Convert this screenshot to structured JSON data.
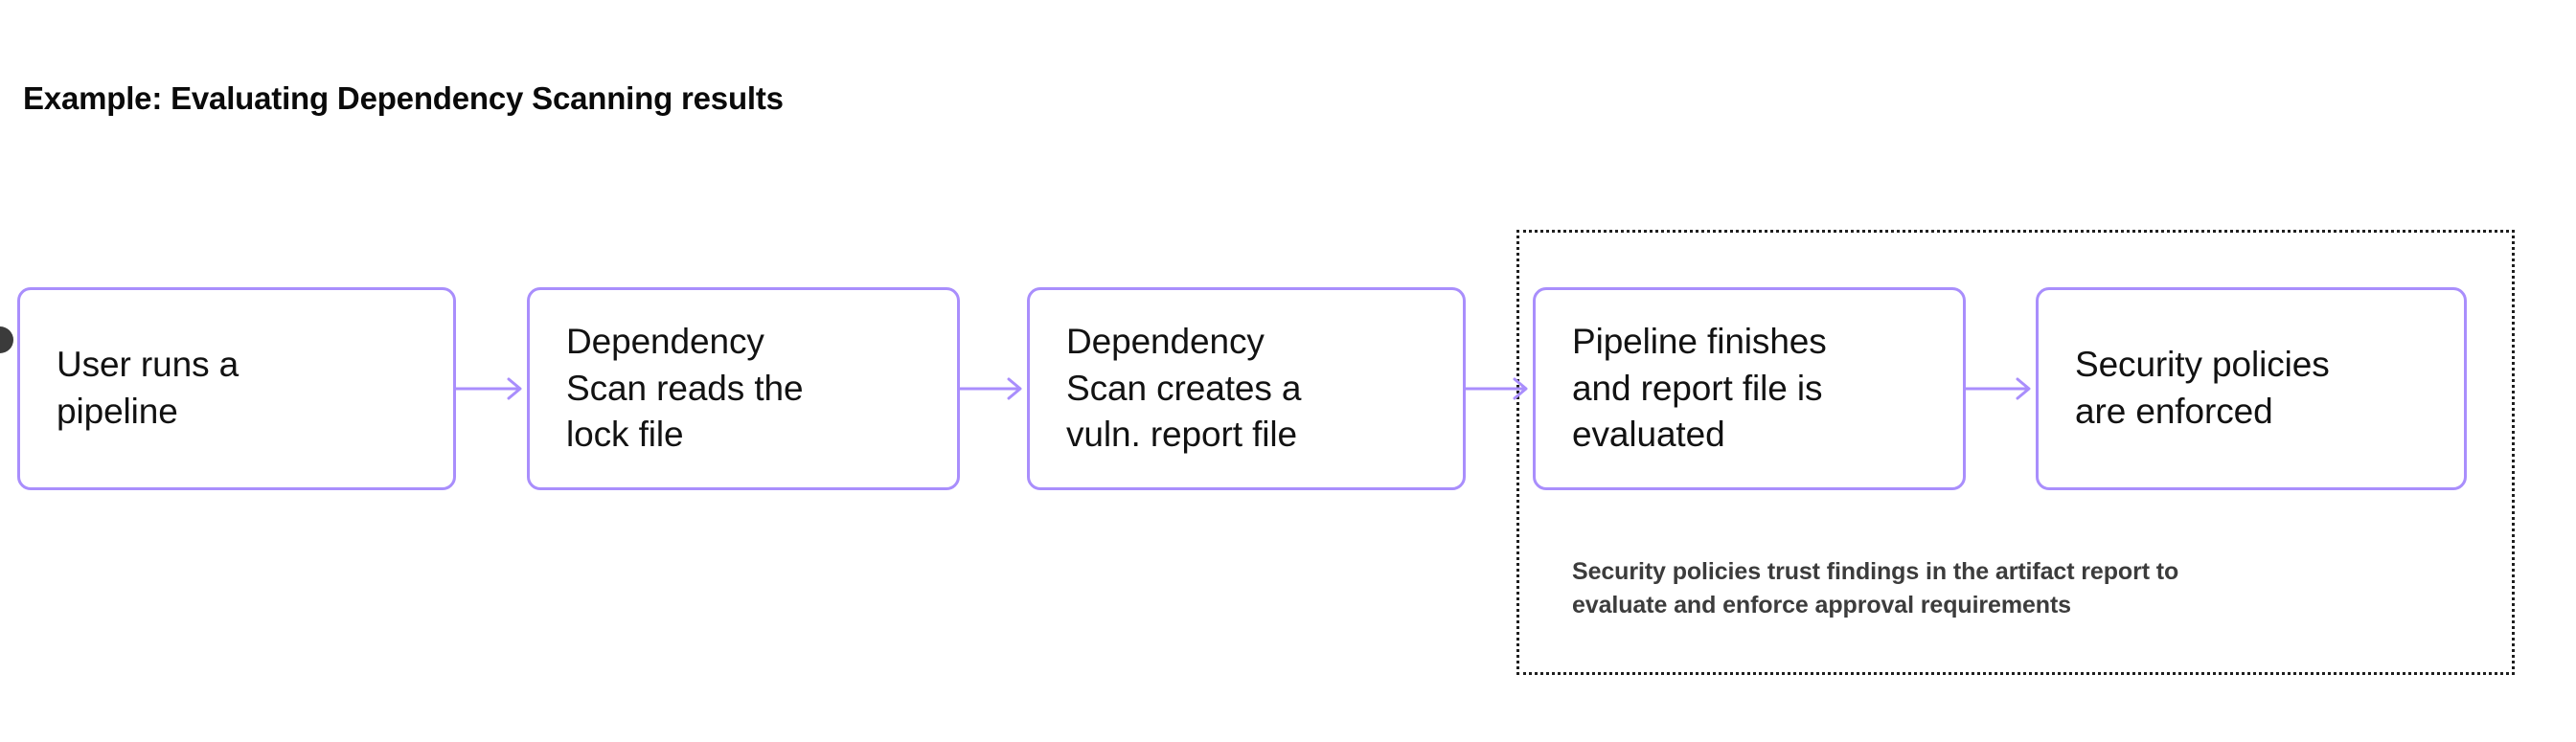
{
  "title": "Example: Evaluating Dependency Scanning results",
  "colors": {
    "node_border": "#a98efc",
    "connector": "#a98efc",
    "group_border": "#1f1f1f",
    "title_text": "#0a0a0a",
    "node_text": "#121212",
    "caption_text": "#3c3c3c",
    "origin_dot": "#3b3b3b",
    "background": "#ffffff"
  },
  "diagram": {
    "type": "flowchart",
    "direction": "left-to-right",
    "nodes": [
      {
        "id": "node-1",
        "label": "User runs a\npipeline"
      },
      {
        "id": "node-2",
        "label": "Dependency\nScan reads the\nlock file"
      },
      {
        "id": "node-3",
        "label": "Dependency\nScan creates a\nvuln. report file"
      },
      {
        "id": "node-4",
        "label": "Pipeline finishes\nand report file is\nevaluated"
      },
      {
        "id": "node-5",
        "label": "Security policies\nare enforced"
      }
    ],
    "connectors": [
      {
        "id": "conn-1",
        "from": "node-1",
        "to": "node-2",
        "style": "arrow"
      },
      {
        "id": "conn-2",
        "from": "node-2",
        "to": "node-3",
        "style": "arrow"
      },
      {
        "id": "conn-3",
        "from": "node-3",
        "to": "node-4",
        "style": "arrow"
      },
      {
        "id": "conn-4",
        "from": "node-4",
        "to": "node-5",
        "style": "arrow"
      }
    ],
    "group": {
      "border_style": "dotted",
      "contains": [
        "node-4",
        "node-5"
      ],
      "caption": "Security policies trust findings in the artifact report to\nevaluate and enforce approval requirements"
    }
  }
}
